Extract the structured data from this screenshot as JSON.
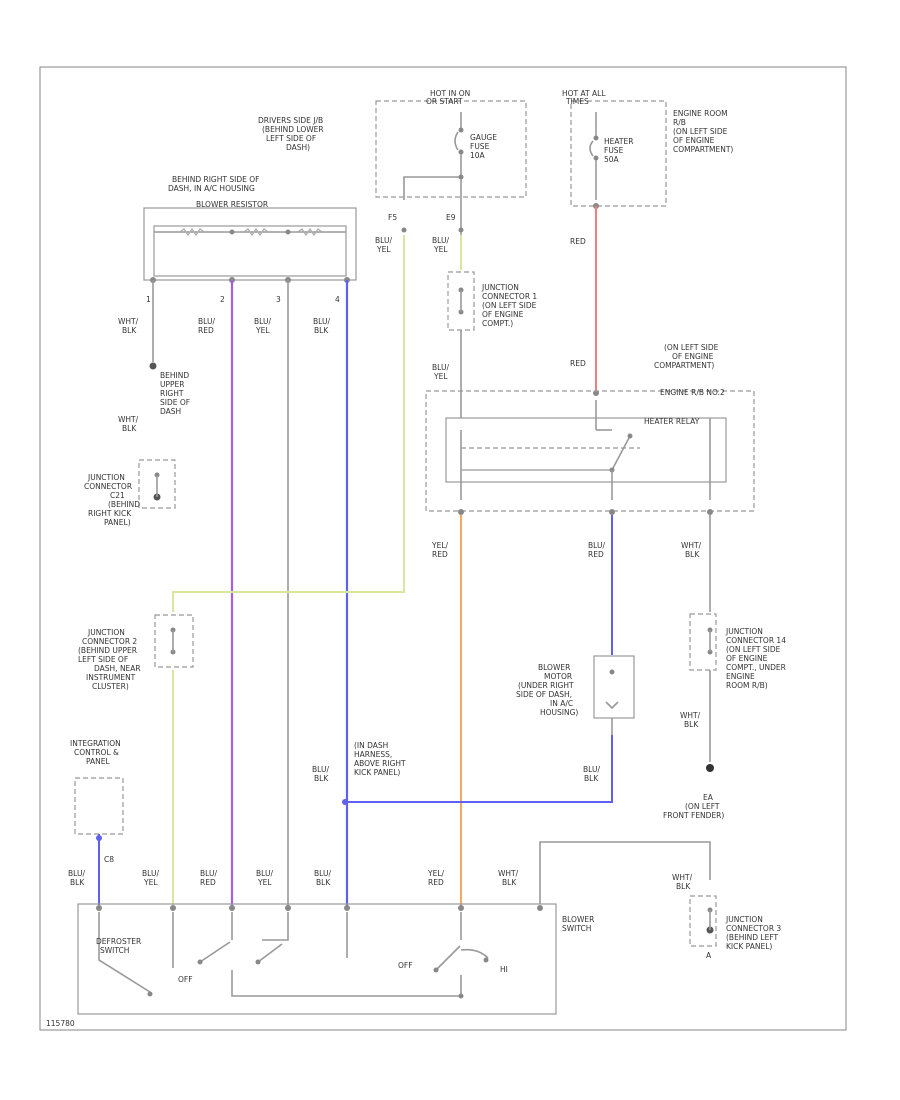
{
  "colors": {
    "red": "#f08080",
    "purple": "#a060e0",
    "blue": "#6060f0",
    "yellow_green": "#d8e6a0",
    "orange": "#f5a860",
    "gray": "#999999"
  },
  "labels": {
    "hot_in_on": [
      "HOT IN ON",
      "OR START"
    ],
    "hot_at_all": [
      "HOT AT ALL",
      "TIMES"
    ],
    "drivers_jb": [
      "DRIVERS SIDE J/B",
      "(BEHIND LOWER",
      "LEFT SIDE OF",
      "DASH)"
    ],
    "gauge_fuse": [
      "GAUGE",
      "FUSE",
      "10A"
    ],
    "heater_fuse": [
      "HEATER",
      "FUSE",
      "50A"
    ],
    "engine_rb": [
      "ENGINE ROOM",
      "R/B",
      "(ON LEFT SIDE",
      "OF ENGINE",
      "COMPARTMENT)"
    ],
    "resistor_loc": [
      "BEHIND RIGHT SIDE OF",
      "DASH, IN A/C HOUSING"
    ],
    "blower_resistor": "BLOWER RESISTOR",
    "pin_f5": "F5",
    "pin_e9": "E9",
    "blu_yel": [
      "BLU/",
      "YEL"
    ],
    "jc1": [
      "JUNCTION",
      "CONNECTOR 1",
      "(ON LEFT SIDE",
      "OF ENGINE",
      "COMPT.)"
    ],
    "red": "RED",
    "red2": "RED",
    "relay_loc": [
      "(ON LEFT SIDE",
      "OF ENGINE",
      "COMPARTMENT)"
    ],
    "engine_rb2": "ENGINE R/B NO.2",
    "heater_relay": "HEATER RELAY",
    "res_pin1": "1",
    "res_pin2": "2",
    "res_pin3": "3",
    "res_pin4": "4",
    "wht_blk": [
      "WHT/",
      "BLK"
    ],
    "blu_red": [
      "BLU/",
      "RED"
    ],
    "blu_yel2": [
      "BLU/",
      "YEL"
    ],
    "blu_blk": [
      "BLU/",
      "BLK"
    ],
    "ground_behind": [
      "BEHIND",
      "UPPER",
      "RIGHT",
      "SIDE OF",
      "DASH"
    ],
    "jc_cdt": [
      "JUNCTION",
      "CONNECTOR",
      "C21",
      "(BEHIND",
      "RIGHT KICK",
      "PANEL)"
    ],
    "yel_red": [
      "YEL/",
      "RED"
    ],
    "jc_dash": [
      "JUNCTION",
      "CONNECTOR 2",
      "(BEHIND UPPER",
      "LEFT SIDE OF",
      "DASH, NEAR",
      "INSTRUMENT",
      "CLUSTER)"
    ],
    "blower_motor": [
      "BLOWER",
      "MOTOR",
      "(UNDER RIGHT",
      "SIDE OF DASH,",
      "IN A/C",
      "HOUSING)"
    ],
    "jc_left": [
      "JUNCTION",
      "CONNECTOR 14",
      "(ON LEFT SIDE",
      "OF ENGINE",
      "COMPT., UNDER",
      "ENGINE",
      "ROOM R/B)"
    ],
    "integration": [
      "INTEGRATION",
      "CONTROL &",
      "PANEL"
    ],
    "harness": [
      "(IN DASH",
      "HARNESS,",
      "ABOVE RIGHT",
      "KICK PANEL)"
    ],
    "eh": [
      "EA",
      "(ON LEFT",
      "FRONT FENDER)"
    ],
    "blower_switch": [
      "BLOWER",
      "SWITCH"
    ],
    "defroster": [
      "DEFROSTER",
      "SWITCH"
    ],
    "off": "OFF",
    "off2": "OFF",
    "hi": "HI",
    "jc3": [
      "JUNCTION",
      "CONNECTOR 3",
      "(BEHIND LEFT",
      "KICK PANEL)"
    ],
    "pin_c8": "C8",
    "pin_misc": "A",
    "footer": "115780"
  }
}
